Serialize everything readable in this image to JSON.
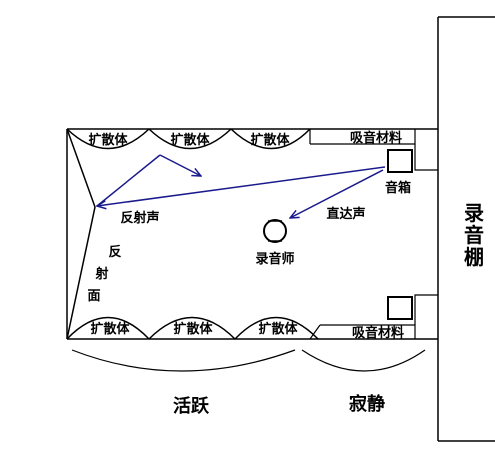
{
  "recording_booth": {
    "label": "录音棚"
  },
  "diffusers_top": [
    "扩散体",
    "扩散体",
    "扩散体"
  ],
  "diffusers_bottom": [
    "扩散体",
    "扩散体",
    "扩散体"
  ],
  "absorber_top": "吸音材料",
  "absorber_bottom": "吸音材料",
  "speaker_label": "音箱",
  "engineer_label": "录音师",
  "reflected_sound_label": "反射声",
  "direct_sound_label": "直达声",
  "reflective_surface_label": "反射面",
  "zone_live": "活跃",
  "zone_quiet": "寂静",
  "colors": {
    "ray": "#1a1a8c",
    "line": "#000000",
    "background": "#ffffff"
  }
}
